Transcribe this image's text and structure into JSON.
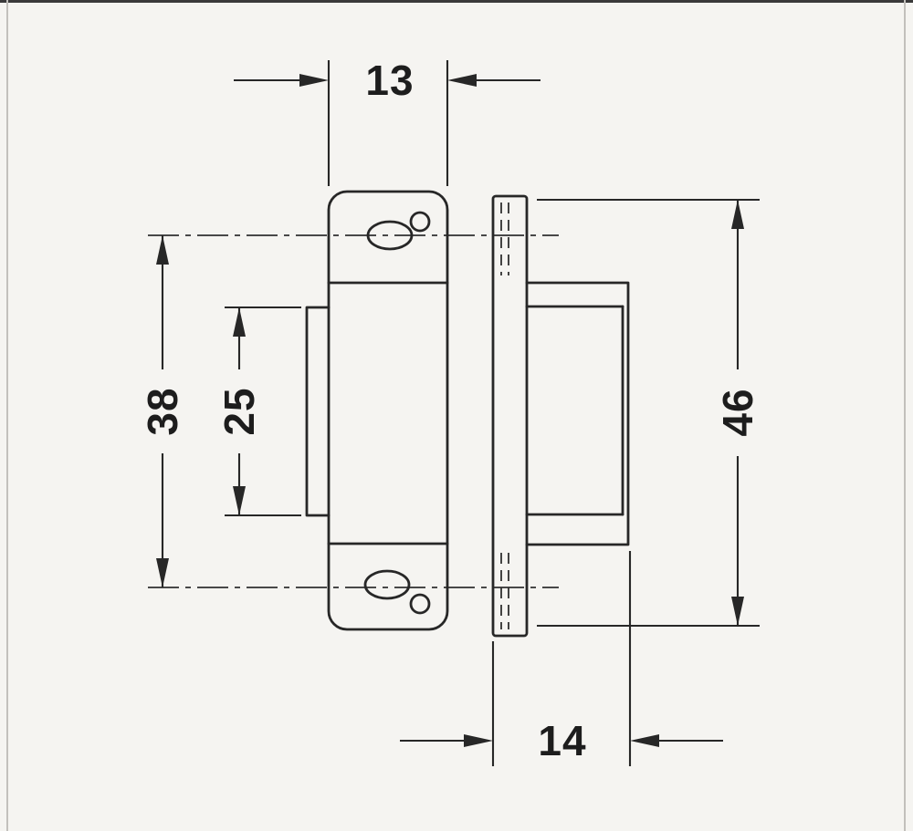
{
  "colors": {
    "paper": "#f5f4f1",
    "ink": "#272727"
  },
  "drawing": {
    "dimensions": {
      "top_width": "13",
      "outer_height": "38",
      "inner_height": "25",
      "side_height": "46",
      "depth": "14"
    }
  }
}
